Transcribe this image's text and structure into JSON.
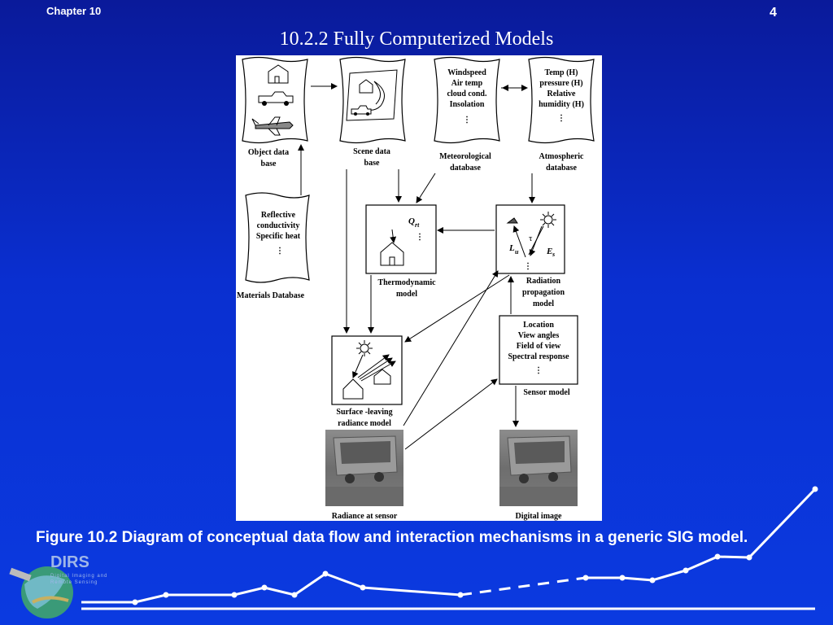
{
  "slide": {
    "chapter": "Chapter 10",
    "page_number": "4",
    "title": "10.2.2 Fully Computerized Models",
    "caption": "Figure 10.2 Diagram of conceptual data flow  and interaction mechanisms in a generic SIG model."
  },
  "logo": {
    "name": "DIRS",
    "subtitle_line1": "Digital Imaging and",
    "subtitle_line2": "Remote Sensing"
  },
  "diagram": {
    "object_db_label_1": "Object data",
    "object_db_label_2": "base",
    "scene_db_label_1": "Scene data",
    "scene_db_label_2": "base",
    "met_items": [
      "Windspeed",
      "Air temp",
      "cloud cond.",
      "Insolation"
    ],
    "met_label_1": "Meteorological",
    "met_label_2": "database",
    "atm_items": [
      "Temp (H)",
      "pressure (H)",
      "Relative",
      "humidity (H)"
    ],
    "atm_label_1": "Atmospheric",
    "atm_label_2": "database",
    "mat_items": [
      "Reflective",
      "conductivity",
      "Specific heat"
    ],
    "mat_label": "Materials Database",
    "thermo_symbol": "Q",
    "thermo_symbol_sub": "rt",
    "thermo_label_1": "Thermodynamic",
    "thermo_label_2": "model",
    "rad_tau": "τ",
    "rad_lu": "L",
    "rad_lu_sub": "u",
    "rad_es": "E",
    "rad_es_sub": "s",
    "rad_label_1": "Radiation",
    "rad_label_2": "propagation",
    "rad_label_3": "model",
    "sensor_items": [
      "Location",
      "View angles",
      "Field of view",
      "Spectral response"
    ],
    "sensor_label": "Sensor model",
    "surface_label_1": "Surface -leaving",
    "surface_label_2": "radiance model",
    "radiance_label": "Radiance at sensor",
    "digital_label": "Digital image",
    "ellipsis": "⋮"
  }
}
